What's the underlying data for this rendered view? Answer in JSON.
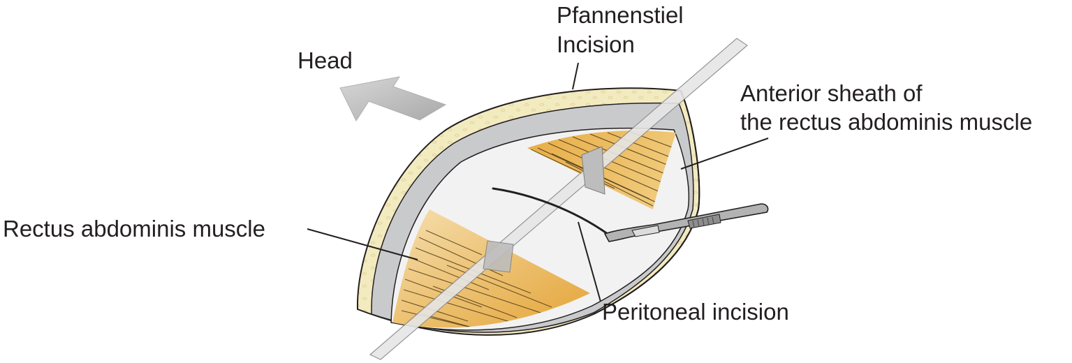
{
  "labels": {
    "head": "Head",
    "pfannenstiel_line1": "Pfannenstiel",
    "pfannenstiel_line2": "Incision",
    "anterior_sheath_line1": "Anterior sheath of",
    "anterior_sheath_line2": "the rectus abdominis muscle",
    "rectus_muscle": "Rectus abdominis muscle",
    "peritoneal_incision": "Peritoneal incision"
  },
  "colors": {
    "skin_fat": "#f3ebc0",
    "fascia": "#c9cacc",
    "muscle_light": "#f3d9a4",
    "muscle_dark": "#e6a83b",
    "peritoneum": "#f0f0f0",
    "arrow": "#c4c4c4",
    "line": "#231f20"
  },
  "icons": {
    "direction_arrow": "arrow-left-icon",
    "scalpel": "scalpel-icon",
    "retractor": "retractor-icon"
  }
}
